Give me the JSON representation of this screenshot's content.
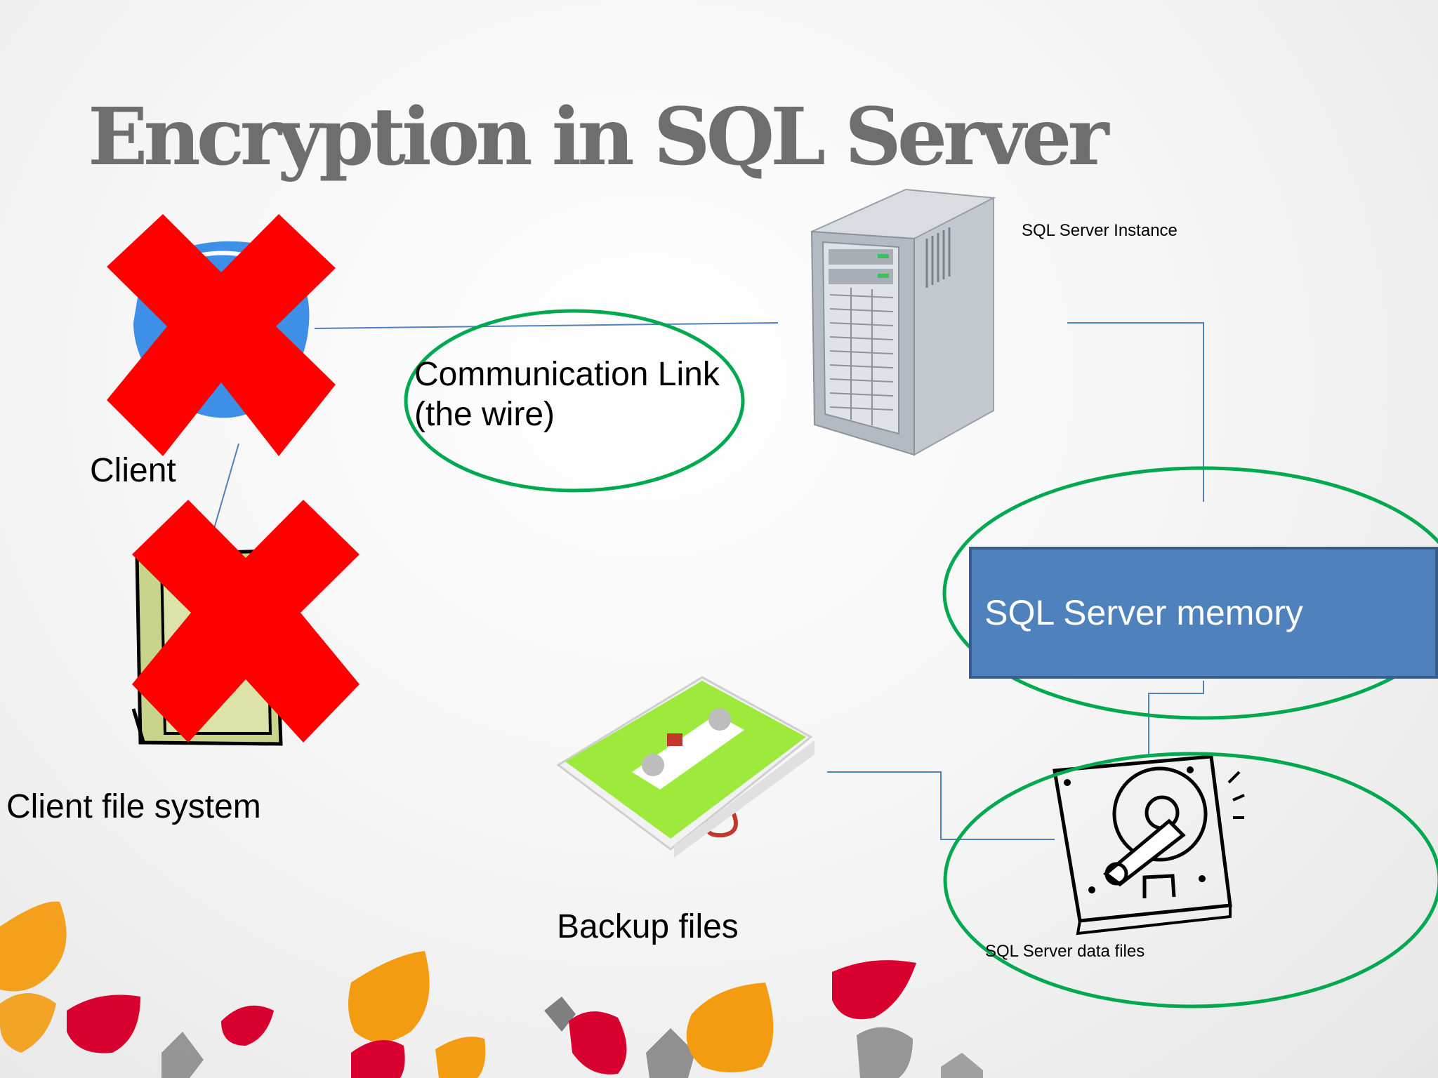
{
  "slide": {
    "title": "Encryption in SQL Server"
  },
  "nodes": {
    "client": {
      "label": "Client",
      "icon": "client-icon",
      "status": "crossed-out"
    },
    "client_fs": {
      "label": "Client file system",
      "icon": "file-cabinet-icon",
      "status": "crossed-out"
    },
    "wire": {
      "label": "Communication Link (the wire)",
      "line1": "Communication Link",
      "line2": "(the wire)",
      "highlighted": true
    },
    "server": {
      "label": "SQL Server Instance",
      "icon": "server-tower-icon"
    },
    "memory": {
      "label": "SQL Server memory",
      "highlighted": true
    },
    "backup": {
      "label": "Backup files",
      "icon": "cassette-tape-icon"
    },
    "data_files": {
      "label": "SQL Server data files",
      "icon": "hard-drive-icon",
      "highlighted": true
    }
  },
  "colors": {
    "title": "#6e6e6e",
    "cross": "#ff0000",
    "highlight_ellipse": "#00a94f",
    "connector": "#4f81bd",
    "memory_fill": "#4f81bd",
    "memory_border": "#385d8a",
    "tape_green": "#9eea3c",
    "decor_orange": "#f39c12",
    "decor_red": "#d7002f",
    "decor_gray": "#8a8a8a"
  }
}
